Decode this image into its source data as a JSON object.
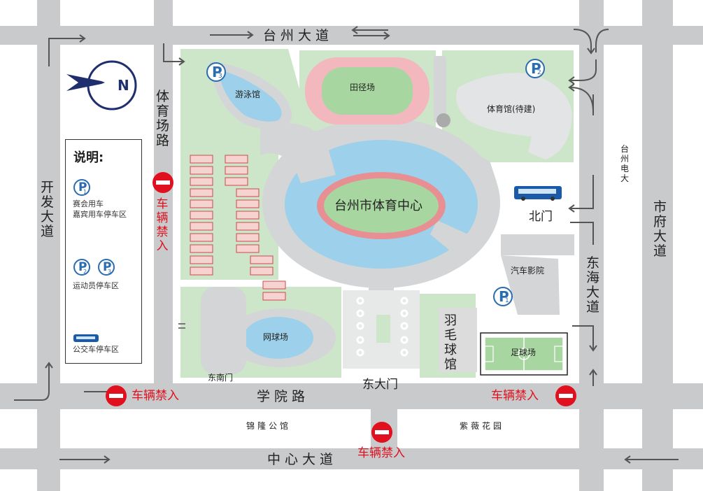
{
  "roads": {
    "top": "台州大道",
    "bottom": "中心大道",
    "south": "学院路",
    "west_outer": "开发大道",
    "west_inner": "体育场路",
    "east_inner": "东海大道",
    "east_outer": "市府大道",
    "east_small": "台州电大"
  },
  "venues": {
    "stadium": "台州市体育中心",
    "track": "田径场",
    "swimming": "游泳馆",
    "gym": "体育馆(待建)",
    "tennis": "网球场",
    "badminton": "羽毛球馆",
    "football": "足球场",
    "cinema": "汽车影院"
  },
  "gates": {
    "north": "北门",
    "east": "东大门",
    "southeast": "东南门"
  },
  "outside": {
    "jinlong": "锦隆公馆",
    "ziwei": "紫薇花园"
  },
  "no_entry_label": "车辆禁入",
  "compass": "N",
  "legend": {
    "title": "说明:",
    "p1_label_line1": "赛会用车",
    "p1_label_line2": "嘉宾用车停车区",
    "p23_label": "运动员停车区",
    "bus_label": "公交车停车区"
  },
  "parking": {
    "p": "P",
    "n1": "1",
    "n2": "2",
    "n3": "3"
  },
  "colors": {
    "road": "#c9cacb",
    "green": "#cde6c9",
    "water": "#9dd0ea",
    "track": "#e88f93",
    "field": "#a8d6a0",
    "red": "#e0101e",
    "blue": "#2a6cb0",
    "navy": "#1f2f6e"
  }
}
